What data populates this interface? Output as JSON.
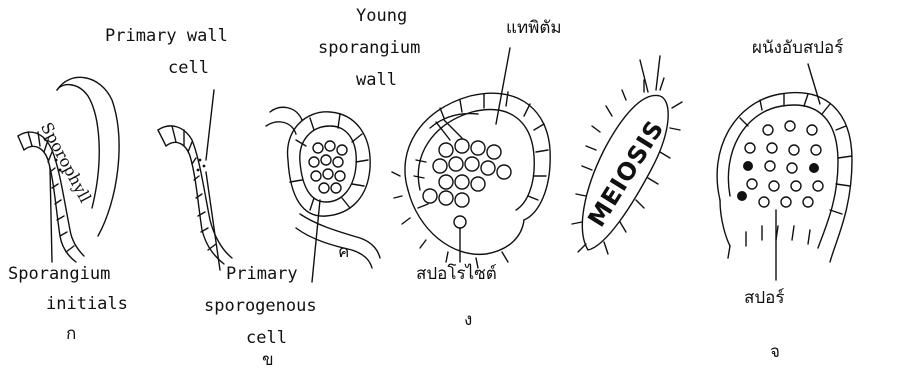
{
  "labels": {
    "primary_wall_cell": [
      "Primary wall",
      "cell"
    ],
    "young_sporangium_wall": [
      "Young",
      "sporangium",
      "wall"
    ],
    "tapetum": "แทพิตัม",
    "spore_wall": "ผนังอับสปอร์",
    "sporangium_initials": [
      "Sporangium",
      "initials"
    ],
    "primary_sporogenous_cell": [
      "Primary",
      "sporogenous",
      "cell"
    ],
    "sporocyte": "สปอโรไซต์",
    "spore": "สปอร์",
    "sporophyll_text": "Sporophyll",
    "meiosis_text": "MEIOSIS"
  },
  "panels": {
    "a": "ก",
    "b": "ข",
    "c": "ค",
    "d": "ง",
    "e": "จ"
  }
}
